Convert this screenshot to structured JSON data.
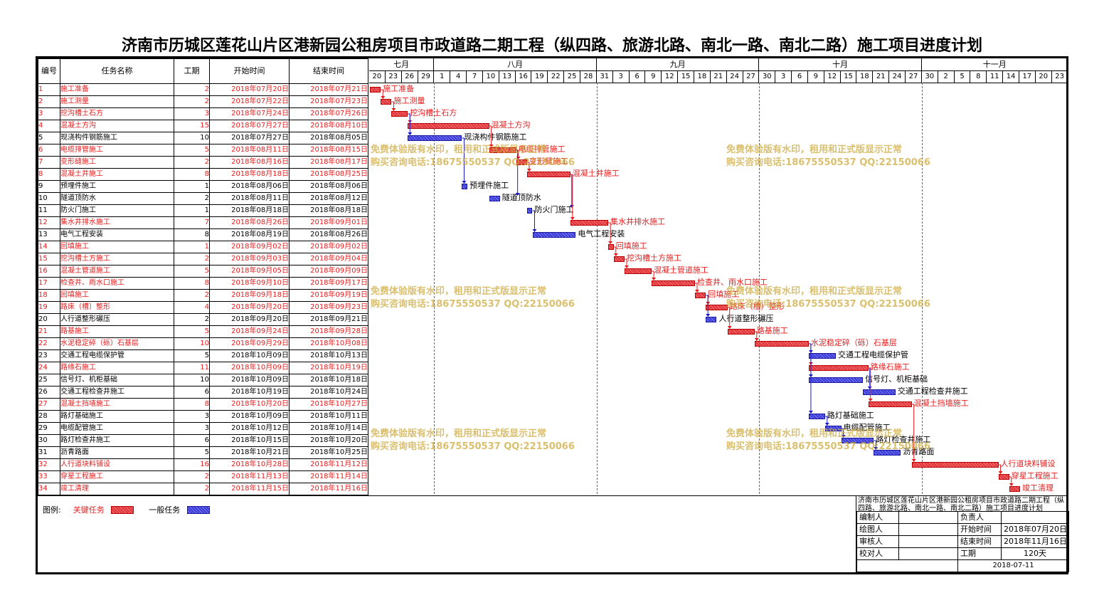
{
  "title": "济南市历城区莲花山片区港新园公租房项目市政道路二期工程（纵四路、旅游北路、南北一路、南北二路）施工项目进度计划",
  "columns": {
    "no": "编号",
    "name": "任务名称",
    "duration": "工期",
    "start": "开始时间",
    "end": "结束时间"
  },
  "months": [
    {
      "label": "七月",
      "days": [
        "20",
        "23",
        "26",
        "29"
      ]
    },
    {
      "label": "八月",
      "days": [
        "1",
        "4",
        "7",
        "10",
        "13",
        "16",
        "19",
        "22",
        "25",
        "28"
      ]
    },
    {
      "label": "九月",
      "days": [
        "31",
        "3",
        "6",
        "9",
        "12",
        "15",
        "18",
        "21",
        "24",
        "27"
      ]
    },
    {
      "label": "十月",
      "days": [
        "30",
        "3",
        "6",
        "9",
        "12",
        "15",
        "18",
        "21",
        "24",
        "27"
      ]
    },
    {
      "label": "十一月",
      "days": [
        "30",
        "2",
        "5",
        "8",
        "11",
        "14",
        "17",
        "20",
        "23"
      ]
    }
  ],
  "tasks": [
    {
      "no": "1",
      "name": "施工准备",
      "duration": "2",
      "start": "2018年07月20日",
      "end": "2018年07月21日",
      "critical": true,
      "s": 0,
      "d": 2
    },
    {
      "no": "2",
      "name": "施工测量",
      "duration": "2",
      "start": "2018年07月22日",
      "end": "2018年07月23日",
      "critical": true,
      "s": 2,
      "d": 2
    },
    {
      "no": "3",
      "name": "挖沟槽土石方",
      "duration": "3",
      "start": "2018年07月24日",
      "end": "2018年07月26日",
      "critical": true,
      "s": 4,
      "d": 3
    },
    {
      "no": "4",
      "name": "混凝土方沟",
      "duration": "15",
      "start": "2018年07月27日",
      "end": "2018年08月10日",
      "critical": true,
      "s": 7,
      "d": 15
    },
    {
      "no": "5",
      "name": "现浇构件钢筋施工",
      "duration": "10",
      "start": "2018年07月27日",
      "end": "2018年08月05日",
      "critical": false,
      "s": 7,
      "d": 10
    },
    {
      "no": "6",
      "name": "电缆排管施工",
      "duration": "5",
      "start": "2018年08月11日",
      "end": "2018年08月15日",
      "critical": true,
      "s": 22,
      "d": 5
    },
    {
      "no": "7",
      "name": "变形缝施工",
      "duration": "2",
      "start": "2018年08月16日",
      "end": "2018年08月17日",
      "critical": true,
      "s": 27,
      "d": 2
    },
    {
      "no": "8",
      "name": "混凝土井施工",
      "duration": "8",
      "start": "2018年08月18日",
      "end": "2018年08月25日",
      "critical": true,
      "s": 29,
      "d": 8
    },
    {
      "no": "9",
      "name": "预埋件施工",
      "duration": "1",
      "start": "2018年08月06日",
      "end": "2018年08月06日",
      "critical": false,
      "s": 17,
      "d": 1
    },
    {
      "no": "10",
      "name": "隧道顶防水",
      "duration": "2",
      "start": "2018年08月11日",
      "end": "2018年08月12日",
      "critical": false,
      "s": 22,
      "d": 2
    },
    {
      "no": "11",
      "name": "防火门施工",
      "duration": "1",
      "start": "2018年08月18日",
      "end": "2018年08月18日",
      "critical": false,
      "s": 29,
      "d": 1
    },
    {
      "no": "12",
      "name": "集水井排水施工",
      "duration": "7",
      "start": "2018年08月26日",
      "end": "2018年09月01日",
      "critical": true,
      "s": 37,
      "d": 7
    },
    {
      "no": "13",
      "name": "电气工程安装",
      "duration": "8",
      "start": "2018年08月19日",
      "end": "2018年08月26日",
      "critical": false,
      "s": 30,
      "d": 8
    },
    {
      "no": "14",
      "name": "回填施工",
      "duration": "1",
      "start": "2018年09月02日",
      "end": "2018年09月02日",
      "critical": true,
      "s": 44,
      "d": 1
    },
    {
      "no": "15",
      "name": "挖沟槽土方施工",
      "duration": "2",
      "start": "2018年09月03日",
      "end": "2018年09月04日",
      "critical": true,
      "s": 45,
      "d": 2
    },
    {
      "no": "16",
      "name": "混凝土管道施工",
      "duration": "5",
      "start": "2018年09月05日",
      "end": "2018年09月09日",
      "critical": true,
      "s": 47,
      "d": 5
    },
    {
      "no": "17",
      "name": "检查井、雨水口施工",
      "duration": "8",
      "start": "2018年09月10日",
      "end": "2018年09月17日",
      "critical": true,
      "s": 52,
      "d": 8
    },
    {
      "no": "18",
      "name": "回填施工",
      "duration": "2",
      "start": "2018年09月18日",
      "end": "2018年09月19日",
      "critical": true,
      "s": 60,
      "d": 2
    },
    {
      "no": "19",
      "name": "路床（槽）整形",
      "duration": "4",
      "start": "2018年09月20日",
      "end": "2018年09月23日",
      "critical": true,
      "s": 62,
      "d": 4
    },
    {
      "no": "20",
      "name": "人行道整形碾压",
      "duration": "2",
      "start": "2018年09月20日",
      "end": "2018年09月21日",
      "critical": false,
      "s": 62,
      "d": 2
    },
    {
      "no": "21",
      "name": "路基施工",
      "duration": "5",
      "start": "2018年09月24日",
      "end": "2018年09月28日",
      "critical": true,
      "s": 66,
      "d": 5
    },
    {
      "no": "22",
      "name": "水泥稳定碎（砾）石基层",
      "duration": "10",
      "start": "2018年09月29日",
      "end": "2018年10月08日",
      "critical": true,
      "s": 71,
      "d": 10
    },
    {
      "no": "23",
      "name": "交通工程电缆保护管",
      "duration": "5",
      "start": "2018年10月09日",
      "end": "2018年10月13日",
      "critical": false,
      "s": 81,
      "d": 5
    },
    {
      "no": "24",
      "name": "路缘石施工",
      "duration": "11",
      "start": "2018年10月09日",
      "end": "2018年10月19日",
      "critical": true,
      "s": 81,
      "d": 11
    },
    {
      "no": "25",
      "name": "信号灯、机柜基础",
      "duration": "10",
      "start": "2018年10月09日",
      "end": "2018年10月18日",
      "critical": false,
      "s": 81,
      "d": 10
    },
    {
      "no": "26",
      "name": "交通工程检查井施工",
      "duration": "6",
      "start": "2018年10月19日",
      "end": "2018年10月24日",
      "critical": false,
      "s": 91,
      "d": 6
    },
    {
      "no": "27",
      "name": "混凝土挡墙施工",
      "duration": "8",
      "start": "2018年10月20日",
      "end": "2018年10月27日",
      "critical": true,
      "s": 92,
      "d": 8
    },
    {
      "no": "28",
      "name": "路灯基础施工",
      "duration": "3",
      "start": "2018年10月09日",
      "end": "2018年10月11日",
      "critical": false,
      "s": 81,
      "d": 3
    },
    {
      "no": "29",
      "name": "电缆配管施工",
      "duration": "3",
      "start": "2018年10月12日",
      "end": "2018年10月14日",
      "critical": false,
      "s": 84,
      "d": 3
    },
    {
      "no": "30",
      "name": "路灯检查井施工",
      "duration": "6",
      "start": "2018年10月15日",
      "end": "2018年10月20日",
      "critical": false,
      "s": 87,
      "d": 6
    },
    {
      "no": "31",
      "name": "沥青路面",
      "duration": "5",
      "start": "2018年10月21日",
      "end": "2018年10月25日",
      "critical": false,
      "s": 93,
      "d": 5
    },
    {
      "no": "32",
      "name": "人行道块料铺设",
      "duration": "16",
      "start": "2018年10月28日",
      "end": "2018年11月12日",
      "critical": true,
      "s": 100,
      "d": 16
    },
    {
      "no": "33",
      "name": "穿星工程施工",
      "duration": "2",
      "start": "2018年11月13日",
      "end": "2018年11月14日",
      "critical": true,
      "s": 116,
      "d": 2
    },
    {
      "no": "34",
      "name": "竣工清理",
      "duration": "2",
      "start": "2018年11月15日",
      "end": "2018年11月16日",
      "critical": true,
      "s": 118,
      "d": 2
    }
  ],
  "links": [
    [
      1,
      2
    ],
    [
      2,
      3
    ],
    [
      3,
      4
    ],
    [
      3,
      5
    ],
    [
      4,
      6
    ],
    [
      6,
      7
    ],
    [
      7,
      8
    ],
    [
      5,
      9
    ],
    [
      6,
      10
    ],
    [
      8,
      11
    ],
    [
      8,
      12
    ],
    [
      11,
      13
    ],
    [
      12,
      14
    ],
    [
      14,
      15
    ],
    [
      15,
      16
    ],
    [
      16,
      17
    ],
    [
      17,
      18
    ],
    [
      18,
      19
    ],
    [
      18,
      20
    ],
    [
      19,
      21
    ],
    [
      21,
      22
    ],
    [
      22,
      23
    ],
    [
      22,
      24
    ],
    [
      22,
      25
    ],
    [
      22,
      28
    ],
    [
      24,
      26
    ],
    [
      24,
      27
    ],
    [
      28,
      29
    ],
    [
      29,
      30
    ],
    [
      30,
      31
    ],
    [
      27,
      32
    ],
    [
      32,
      33
    ],
    [
      33,
      34
    ]
  ],
  "watermark": {
    "line1": "免费体验版有水印，租用和正式版显示正常",
    "line2": "购买咨询电话:18675550537 QQ:22150066"
  },
  "legend": {
    "label": "图例:",
    "critical": "关键任务",
    "normal": "一般任务"
  },
  "info": {
    "project_name": "济南市历城区莲花山片区港新园公租房项目市政道路二期工程（纵四路、旅游北路、南北一路、南北二路）施工项目进度计划",
    "editor_label": "编制人",
    "editor": "",
    "owner_label": "负责人",
    "owner": "",
    "drawer_label": "绘图人",
    "drawer": "",
    "start_label": "开始时间",
    "start": "2018年07月20日",
    "reviewer_label": "审核人",
    "reviewer": "",
    "end_label": "结束时间",
    "end": "2018年11月16日",
    "checker_label": "校对人",
    "checker": "",
    "duration_label": "工期",
    "duration": "120天",
    "date": "2018-07-11"
  },
  "colors": {
    "critical": "#e81c1c",
    "normal": "#1a1ad0"
  }
}
